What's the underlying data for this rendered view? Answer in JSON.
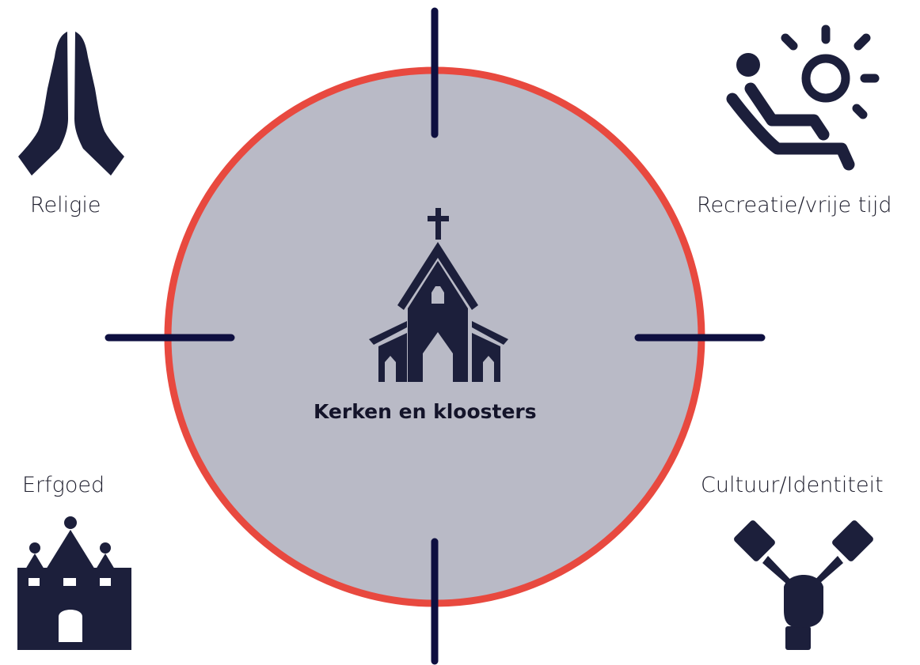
{
  "center": {
    "title": "Kerken en kloosters",
    "icon": "church-icon"
  },
  "themes": {
    "top_left": {
      "label": "Religie",
      "icon": "praying-hands-icon"
    },
    "top_right": {
      "label": "Recreatie/vrije tijd",
      "icon": "relaxing-person-sun-icon"
    },
    "bottom_left": {
      "label": "Erfgoed",
      "icon": "castle-icon"
    },
    "bottom_right": {
      "label": "Cultuur/Identiteit",
      "icon": "joined-hands-icon"
    }
  },
  "colors": {
    "circle_fill": "#b9bac6",
    "circle_stroke": "#e8493f",
    "icon_color": "#1c1f3b",
    "crosshair": "#0e0f40"
  }
}
